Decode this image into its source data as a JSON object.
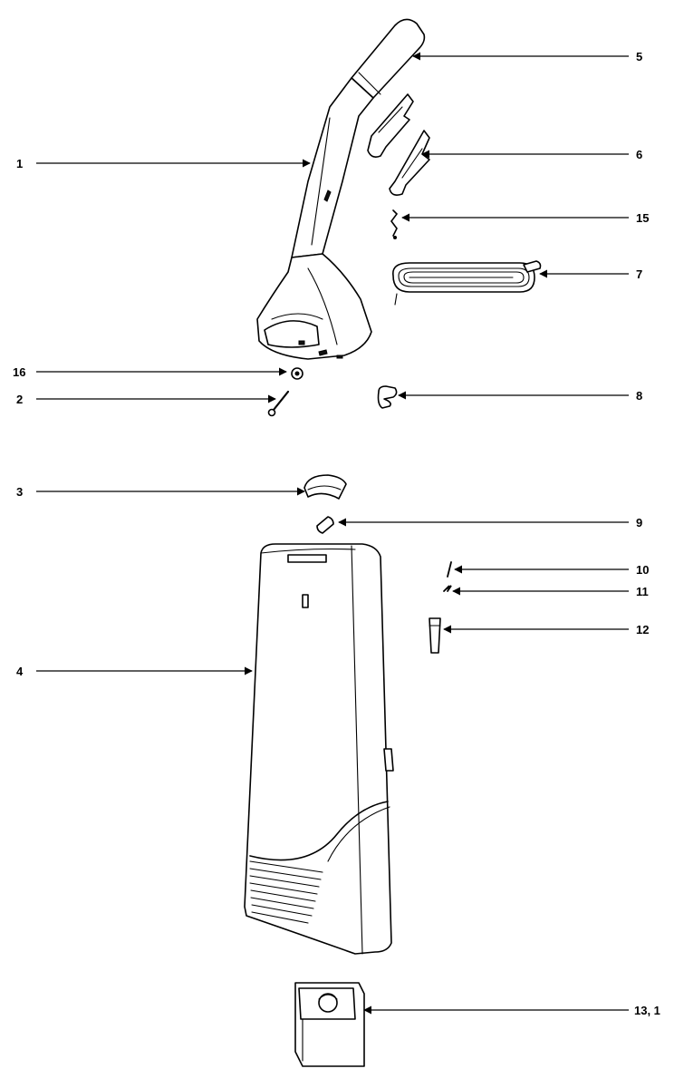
{
  "callouts": [
    {
      "id": "label-1",
      "text": "1"
    },
    {
      "id": "label-5",
      "text": "5"
    },
    {
      "id": "label-6",
      "text": "6"
    },
    {
      "id": "label-15",
      "text": "15"
    },
    {
      "id": "label-7",
      "text": "7"
    },
    {
      "id": "label-16",
      "text": "16"
    },
    {
      "id": "label-2",
      "text": "2"
    },
    {
      "id": "label-8",
      "text": "8"
    },
    {
      "id": "label-3",
      "text": "3"
    },
    {
      "id": "label-9",
      "text": "9"
    },
    {
      "id": "label-10",
      "text": "10"
    },
    {
      "id": "label-11",
      "text": "11"
    },
    {
      "id": "label-12",
      "text": "12"
    },
    {
      "id": "label-4",
      "text": "4"
    },
    {
      "id": "label-13",
      "text": "13, 1"
    }
  ],
  "icons": {
    "handle": "vacuum-handle-icon",
    "grip": "handle-grip-icon",
    "cord_hook": "cord-hook-icon",
    "clip": "clip-icon",
    "cord": "power-cord-icon",
    "washer": "washer-icon",
    "screw": "screw-icon",
    "cord_clip": "cord-clip-icon",
    "latch": "latch-icon",
    "knob": "knob-icon",
    "pin": "pin-icon",
    "spring": "spring-icon",
    "tube": "tube-icon",
    "bag_housing": "bag-housing-icon",
    "filter_bag": "filter-bag-icon"
  }
}
